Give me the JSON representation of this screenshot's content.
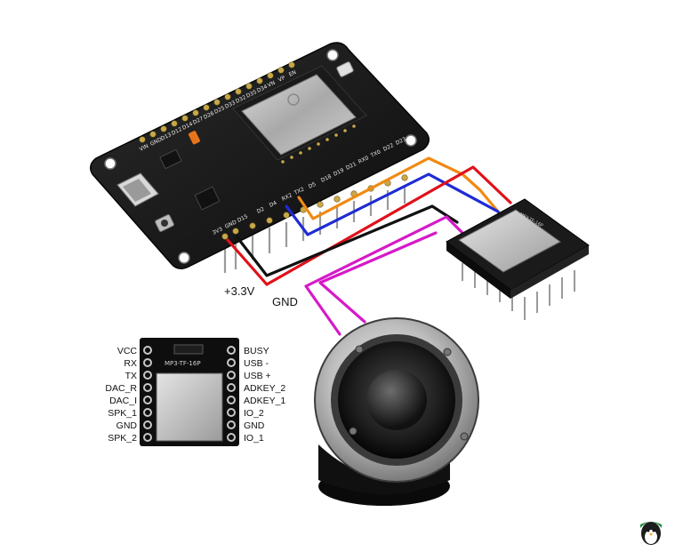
{
  "wire_labels": {
    "power": "+3.3V",
    "ground": "GND"
  },
  "esp32_board": {
    "top_pins": [
      "VIN",
      "GND",
      "D13",
      "D12",
      "D14",
      "D27",
      "D26",
      "D25",
      "D33",
      "D32",
      "D35",
      "D34",
      "VN",
      "VP",
      "EN"
    ],
    "bottom_pins": [
      "3V3",
      "GND",
      "D15",
      "D2",
      "D4",
      "RX2",
      "TX2",
      "D5",
      "D18",
      "D19",
      "D21",
      "RX0",
      "TX0",
      "D22",
      "D23"
    ]
  },
  "module": {
    "chip_label": "MP3-TF-16P",
    "left_pins": [
      "VCC",
      "RX",
      "TX",
      "DAC_R",
      "DAC_I",
      "SPK_1",
      "GND",
      "SPK_2"
    ],
    "right_pins": [
      "BUSY",
      "USB -",
      "USB +",
      "ADKEY_2",
      "ADKEY_1",
      "IO_2",
      "GND",
      "IO_1"
    ]
  },
  "colors": {
    "wire_red": "#e0101a",
    "wire_black": "#111111",
    "wire_blue": "#1f2bd6",
    "wire_orange": "#f08a12",
    "wire_magenta": "#d619c8"
  },
  "icons": {
    "speaker": "speaker-icon",
    "logo": "penguin-logo-icon"
  }
}
